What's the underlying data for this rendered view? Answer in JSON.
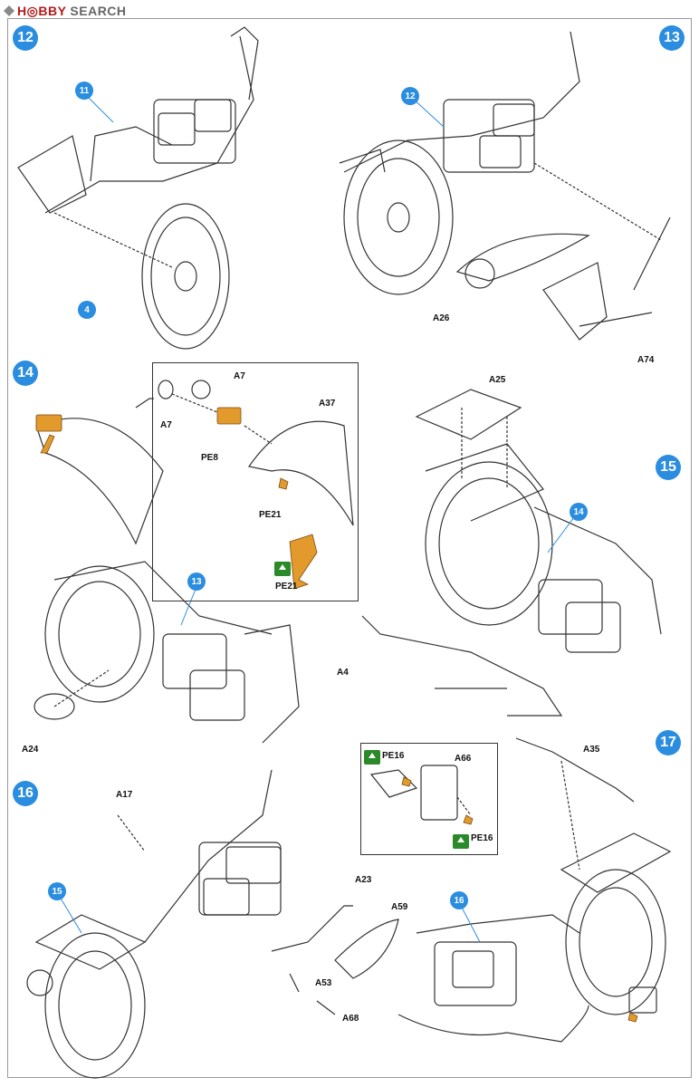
{
  "header": {
    "logo_text_1": "H",
    "logo_text_2": "BBY",
    "logo_text_3": "SEARCH"
  },
  "colors": {
    "step_blue": "#2a8de0",
    "pe_orange": "#e39a2d",
    "pe_green": "#2a8a2a",
    "line": "#333333"
  },
  "steps": [
    {
      "num": "12",
      "subassy": "11",
      "labels": [
        "4"
      ]
    },
    {
      "num": "13",
      "subassy": "12",
      "labels": [
        "A26",
        "A74"
      ]
    },
    {
      "num": "14",
      "subassy": "13",
      "labels": [
        "A24"
      ],
      "detail_labels": [
        "A7",
        "A7",
        "PE8",
        "A37",
        "PE21",
        "PE21"
      ]
    },
    {
      "num": "15",
      "subassy": "14",
      "labels": [
        "A25",
        "A4"
      ]
    },
    {
      "num": "16",
      "subassy": "15",
      "labels": [
        "A17",
        "A23",
        "A59",
        "A53",
        "A68"
      ]
    },
    {
      "num": "17",
      "subassy": "16",
      "labels": [
        "A35"
      ],
      "detail_labels": [
        "PE16",
        "A66",
        "PE16"
      ]
    }
  ]
}
